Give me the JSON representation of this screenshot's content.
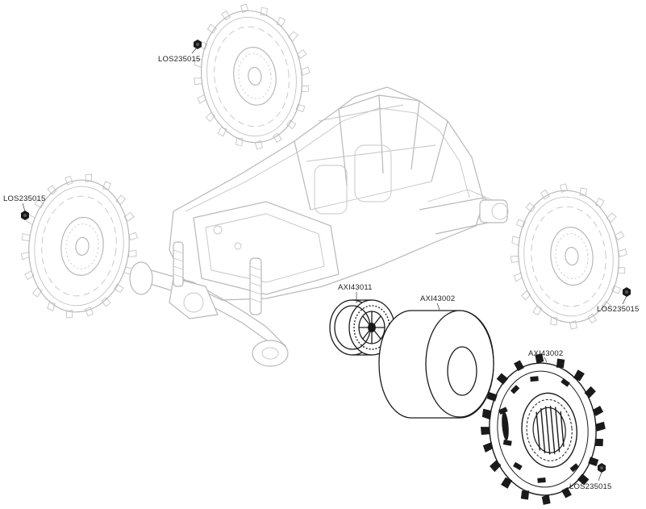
{
  "diagram": {
    "parts": [
      {
        "id": "nut-top-left",
        "label": "LOS235015"
      },
      {
        "id": "nut-left",
        "label": "LOS235015"
      },
      {
        "id": "nut-right",
        "label": "LOS235015"
      },
      {
        "id": "nut-bottom-right",
        "label": "LOS235015"
      },
      {
        "id": "wheel-rim",
        "label": "AXI43011"
      },
      {
        "id": "foam-insert",
        "label": "AXI43002"
      },
      {
        "id": "tire",
        "label": "AXI43002"
      }
    ]
  }
}
